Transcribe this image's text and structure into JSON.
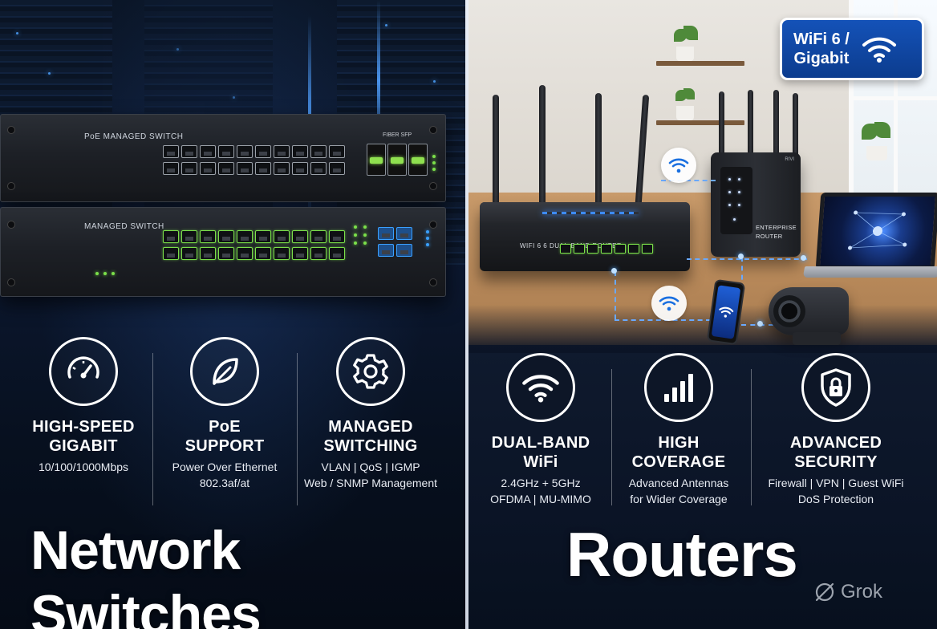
{
  "left": {
    "switches": [
      {
        "label": "PoE MANAGED SWITCH",
        "sfp_label": "FIBER SFP"
      },
      {
        "label": "MANAGED SWITCH"
      }
    ],
    "features": [
      {
        "icon": "speedometer-icon",
        "title_line1": "HIGH-SPEED",
        "title_line2": "GIGABIT",
        "sub_line1": "10/100/1000Mbps",
        "sub_line2": ""
      },
      {
        "icon": "leaf-icon",
        "title_line1": "PoE",
        "title_line2": "SUPPORT",
        "sub_line1": "Power Over Ethernet",
        "sub_line2": "802.3af/at"
      },
      {
        "icon": "gear-icon",
        "title_line1": "MANAGED",
        "title_line2": "SWITCHING",
        "sub_line1": "VLAN | QoS | IGMP",
        "sub_line2": "Web / SNMP Management"
      }
    ],
    "title": "Network Switches"
  },
  "right": {
    "badge": {
      "line1": "WiFi 6 /",
      "line2": "Gigabit",
      "icon": "wifi-icon"
    },
    "router_label": "WIFI 6 6  DUAL-BAND ROUTER",
    "enterprise_label_line1": "ENTERPRISE",
    "enterprise_label_line2": "ROUTER",
    "features": [
      {
        "icon": "wifi-icon",
        "title_line1": "DUAL-BAND",
        "title_line2": "WiFi",
        "sub_line1": "2.4GHz + 5GHz",
        "sub_line2": "OFDMA | MU-MIMO"
      },
      {
        "icon": "signal-bars-icon",
        "title_line1": "HIGH",
        "title_line2": "COVERAGE",
        "sub_line1": "Advanced Antennas",
        "sub_line2": "for Wider Coverage"
      },
      {
        "icon": "shield-lock-icon",
        "title_line1": "ADVANCED",
        "title_line2": "SECURITY",
        "sub_line1": "Firewall | VPN | Guest WiFi",
        "sub_line2": "DoS Protection"
      }
    ],
    "title": "Routers"
  },
  "watermark": {
    "text": "Grok",
    "icon": "grok-logo-icon"
  },
  "colors": {
    "accent_blue": "#1452b8",
    "port_green": "#7be04a",
    "dark_bg": "#0b1220"
  }
}
